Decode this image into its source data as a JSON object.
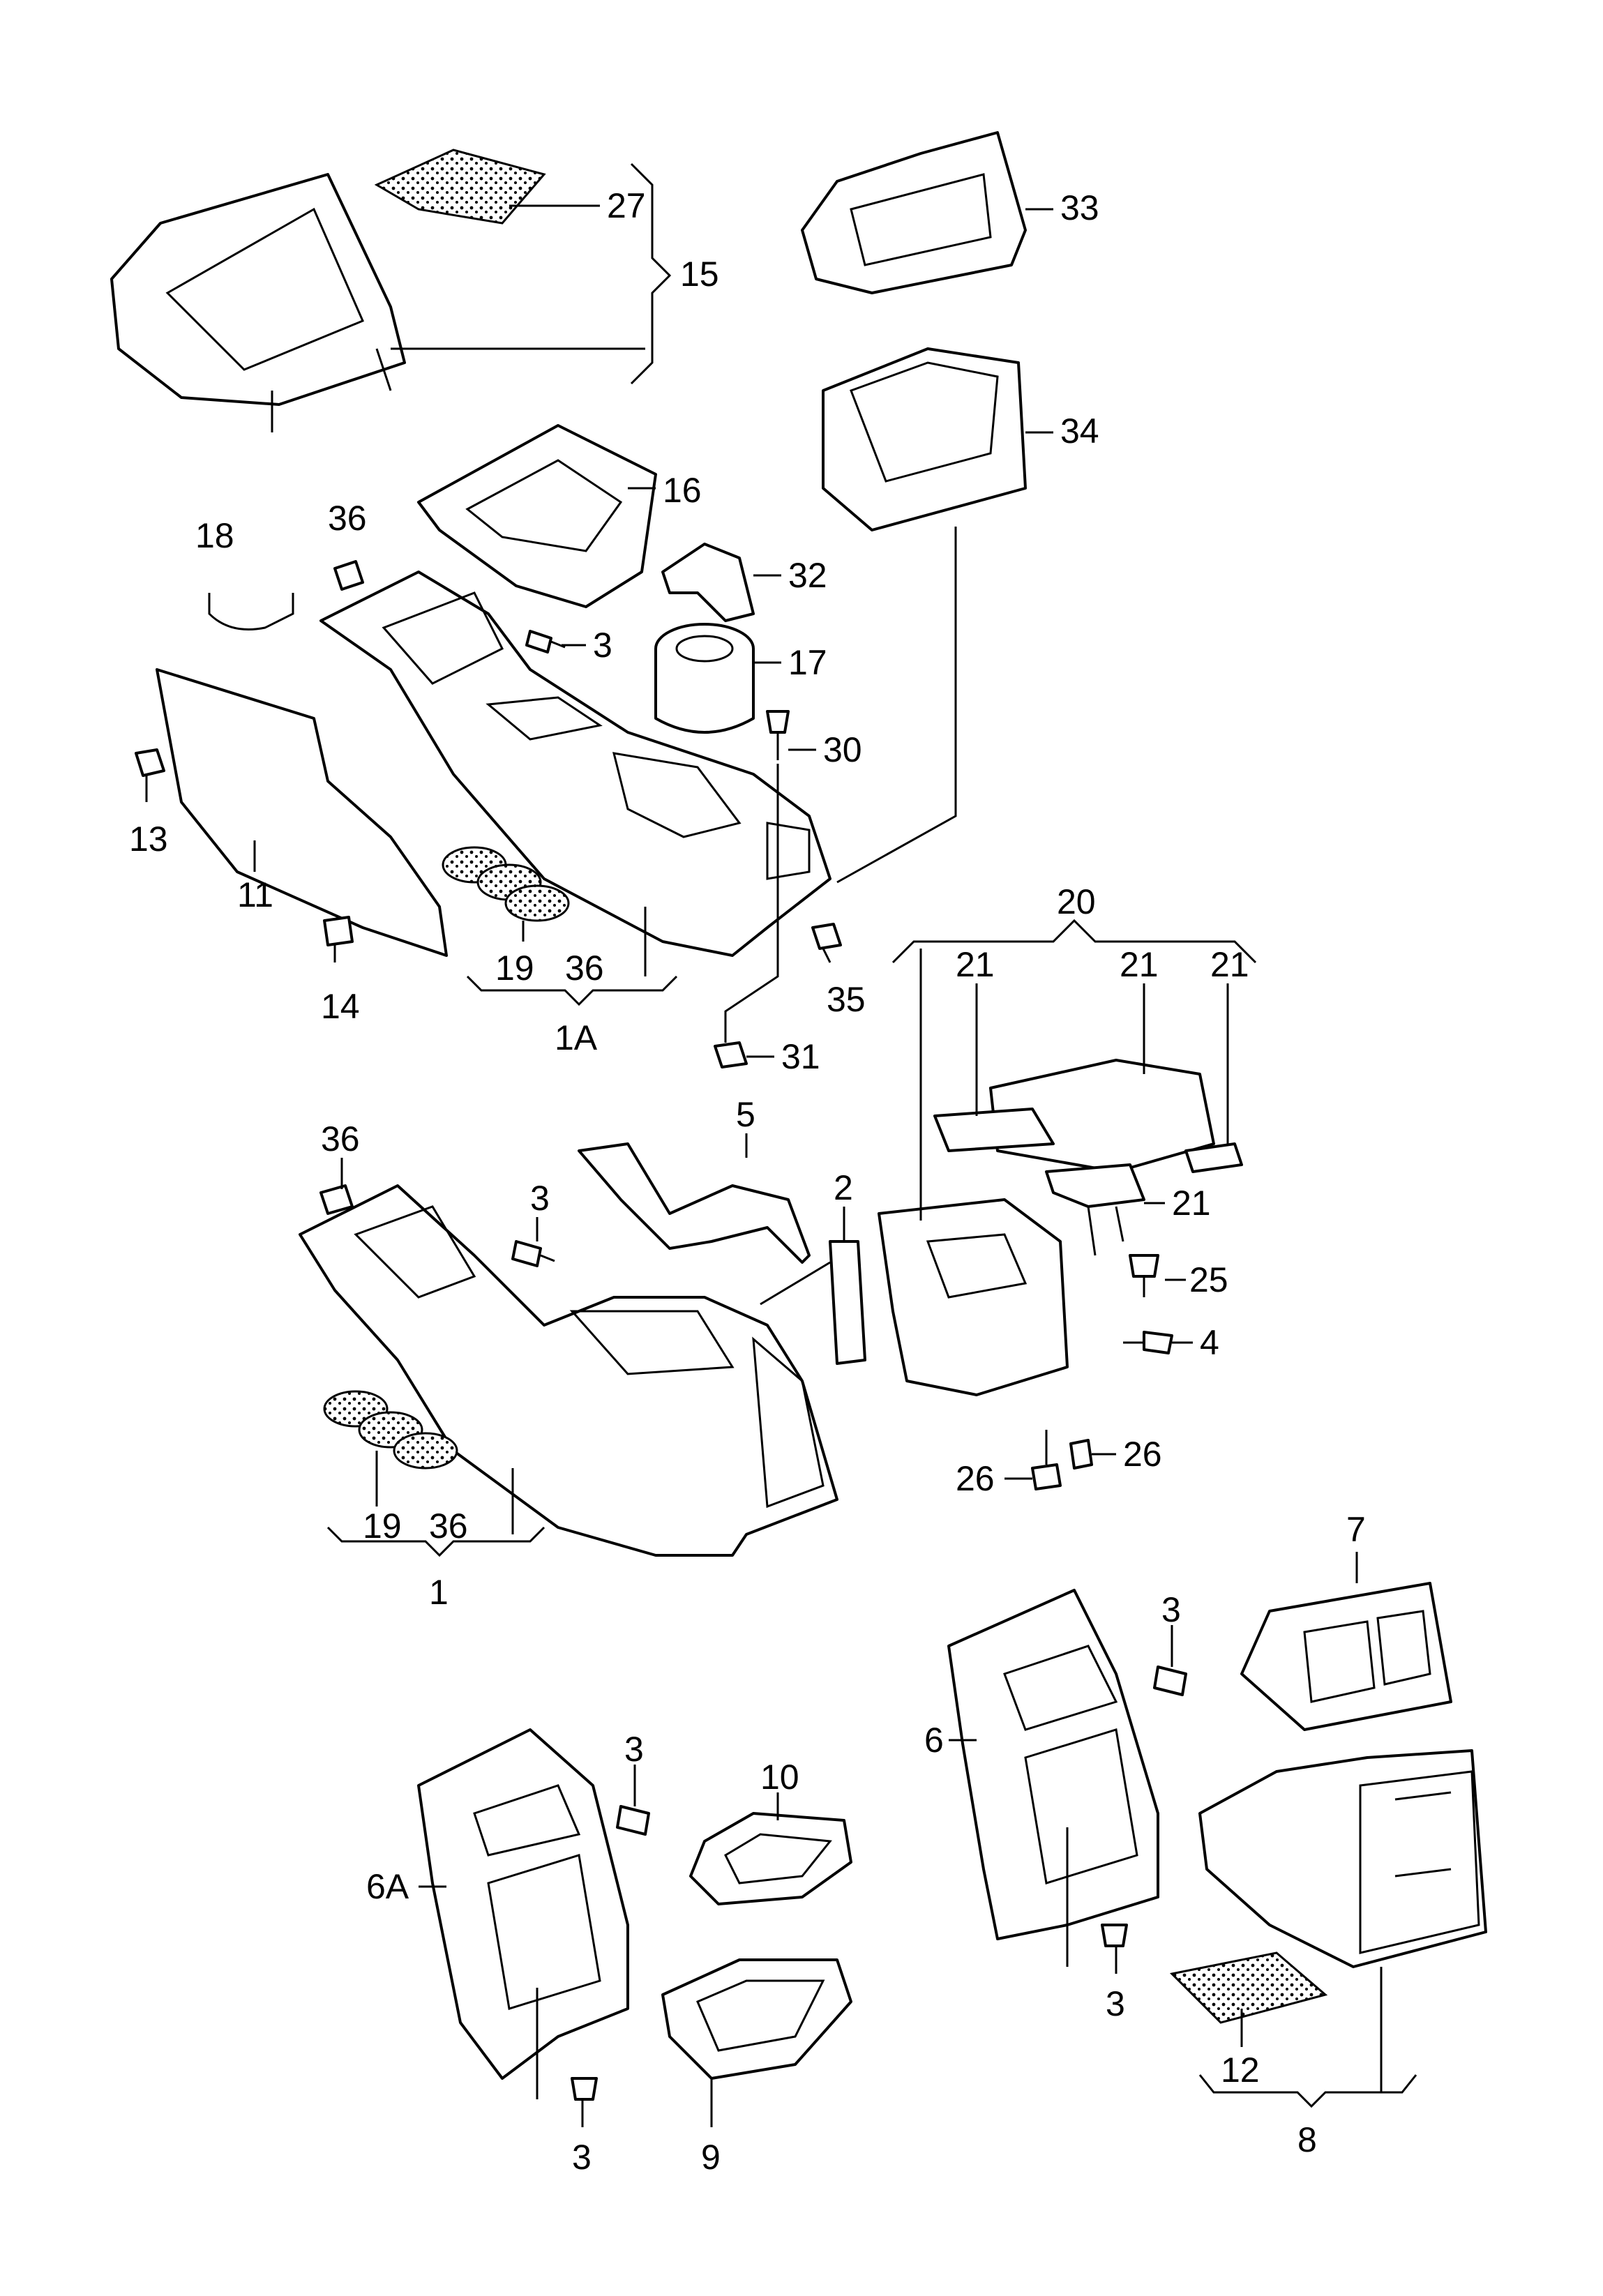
{
  "labels": {
    "l27": "27",
    "l15": "15",
    "l33": "33",
    "l34": "34",
    "l16": "16",
    "l36a": "36",
    "l18": "18",
    "l32": "32",
    "l3a": "3",
    "l17": "17",
    "l30": "30",
    "l13": "13",
    "l11": "11",
    "l19a": "19",
    "l36b": "36",
    "l1A": "1A",
    "l14": "14",
    "l35": "35",
    "l31": "31",
    "l20": "20",
    "l21a": "21",
    "l21b": "21",
    "l21c": "21",
    "l21d": "21",
    "l36c": "36",
    "l5": "5",
    "l3b": "3",
    "l2": "2",
    "l25": "25",
    "l4": "4",
    "l26a": "26",
    "l26b": "26",
    "l19b": "19",
    "l36d": "36",
    "l1": "1",
    "l7": "7",
    "l3c": "3",
    "l6": "6",
    "l3d": "3",
    "l10": "10",
    "l6A": "6A",
    "l3e": "3",
    "l12": "12",
    "l8": "8",
    "l3f": "3",
    "l9": "9"
  },
  "colors": {
    "line": "#000000",
    "background": "#ffffff"
  }
}
